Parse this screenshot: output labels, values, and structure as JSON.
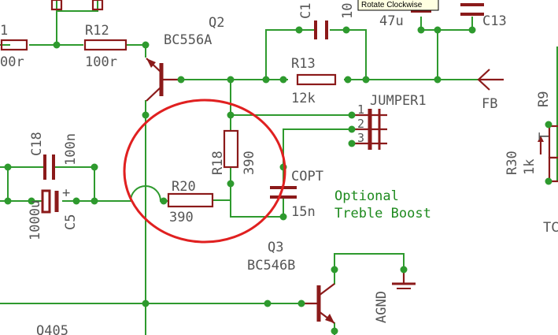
{
  "tooltip": "Rotate Clockwise",
  "labels": {
    "r11": "1",
    "r11_value": "00r",
    "r12": "R12",
    "r12_value": "100r",
    "q2": "Q2",
    "q2_part": "BC556A",
    "c_top": "C1",
    "c_top_value": "10",
    "c13_value": "47u",
    "c13": "C13",
    "r13": "R13",
    "r13_value": "12k",
    "jumper": "JUMPER1",
    "fb": "FB",
    "r9": "R9",
    "c18": "C18",
    "c18_value": "100n",
    "r18": "R18",
    "r18_value": "390",
    "r20": "R20",
    "r20_value": "390",
    "copt": "COPT",
    "copt_value": "15n",
    "c5": "C5",
    "c5_value": "1000u",
    "r30": "R30",
    "r30_value": "1k",
    "pin1": "1",
    "pin2": "2",
    "pin3": "3",
    "q3": "Q3",
    "q3_part": "BC546B",
    "agnd": "AGND",
    "t_partial": "T",
    "tc_partial": "TC",
    "bottom_partial": "Q405",
    "plus": "+"
  },
  "annotation": {
    "line1": "Optional",
    "line2": "Treble Boost"
  },
  "colors": {
    "wire": "#2e9a2e",
    "component": "#8b1a1a",
    "label": "#555555",
    "annotation": "#1e8a1e",
    "highlight_circle": "#e02020"
  }
}
